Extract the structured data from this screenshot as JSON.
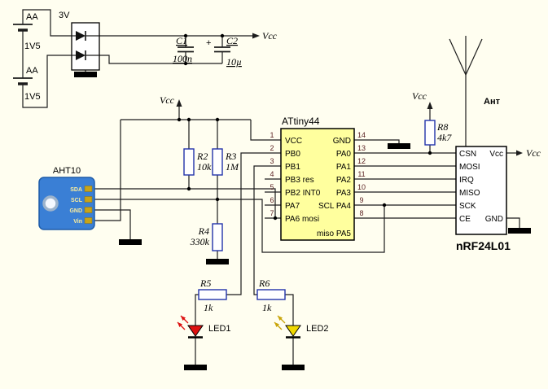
{
  "power": {
    "vcc": "Vcc",
    "regulator": "3V",
    "battery": {
      "cells": [
        {
          "type": "AA",
          "voltage": "1V5"
        },
        {
          "type": "AA",
          "voltage": "1V5"
        }
      ]
    }
  },
  "capacitors": {
    "c1": {
      "ref": "C1",
      "value": "100n"
    },
    "c2": {
      "ref": "C2",
      "value": "10µ",
      "polarity": "+"
    }
  },
  "resistors": {
    "r2": {
      "ref": "R2",
      "value": "10k"
    },
    "r3": {
      "ref": "R3",
      "value": "1M"
    },
    "r4": {
      "ref": "R4",
      "value": "330k"
    },
    "r5": {
      "ref": "R5",
      "value": "1k"
    },
    "r6": {
      "ref": "R6",
      "value": "1k"
    },
    "r8": {
      "ref": "R8",
      "value": "4k7"
    }
  },
  "sensor": {
    "title": "AHT10",
    "pins": [
      "SDA",
      "SCL",
      "GND",
      "Vin"
    ]
  },
  "mcu": {
    "title": "ATtiny44",
    "left_pins": [
      {
        "num": "1",
        "label": "VCC"
      },
      {
        "num": "2",
        "label": "PB0"
      },
      {
        "num": "3",
        "label": "PB1"
      },
      {
        "num": "4",
        "label": "PB3 res"
      },
      {
        "num": "5",
        "label": "PB2 INT0"
      },
      {
        "num": "6",
        "label": "PA7"
      },
      {
        "num": "7",
        "label": "PA6 mosi"
      }
    ],
    "right_pins": [
      {
        "num": "14",
        "label": "GND"
      },
      {
        "num": "13",
        "label": "PA0"
      },
      {
        "num": "12",
        "label": "PA1"
      },
      {
        "num": "11",
        "label": "PA2"
      },
      {
        "num": "10",
        "label": "PA3"
      },
      {
        "num": "9",
        "label": "SCL PA4"
      },
      {
        "num": "8",
        "label": "miso PA5"
      }
    ]
  },
  "radio": {
    "title": "nRF24L01",
    "antenna_label": "Ант",
    "left_pins": [
      "CSN",
      "MOSI",
      "IRQ",
      "MISO",
      "SCK",
      "CE"
    ],
    "vcc_pin": "Vcc",
    "gnd_pin": "GND"
  },
  "leds": [
    {
      "label": "LED1",
      "color": "#dd1111"
    },
    {
      "label": "LED2",
      "color": "#f0d800"
    }
  ]
}
